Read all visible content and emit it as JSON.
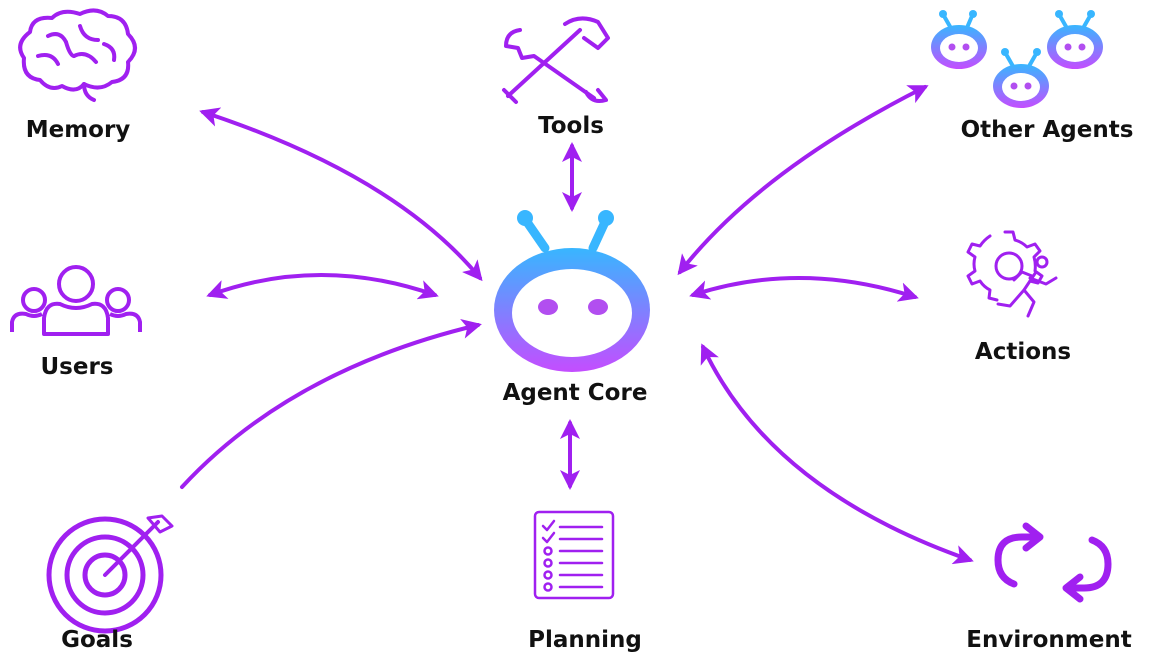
{
  "center": {
    "label": "Agent Core",
    "icon": "robot-face-icon"
  },
  "nodes": {
    "memory": {
      "label": "Memory",
      "icon": "brain-icon"
    },
    "tools": {
      "label": "Tools",
      "icon": "wrench-hammer-icon"
    },
    "other_agents": {
      "label": "Other Agents",
      "icon": "robot-group-icon"
    },
    "users": {
      "label": "Users",
      "icon": "user-group-icon"
    },
    "actions": {
      "label": "Actions",
      "icon": "gear-runner-icon"
    },
    "goals": {
      "label": "Goals",
      "icon": "target-icon"
    },
    "planning": {
      "label": "Planning",
      "icon": "checklist-icon"
    },
    "environment": {
      "label": "Environment",
      "icon": "cycle-arrows-icon"
    }
  },
  "colors": {
    "accent": "#a020f0",
    "robot_top": "#38b6ff",
    "robot_bottom": "#c44dff",
    "text": "#111111"
  }
}
